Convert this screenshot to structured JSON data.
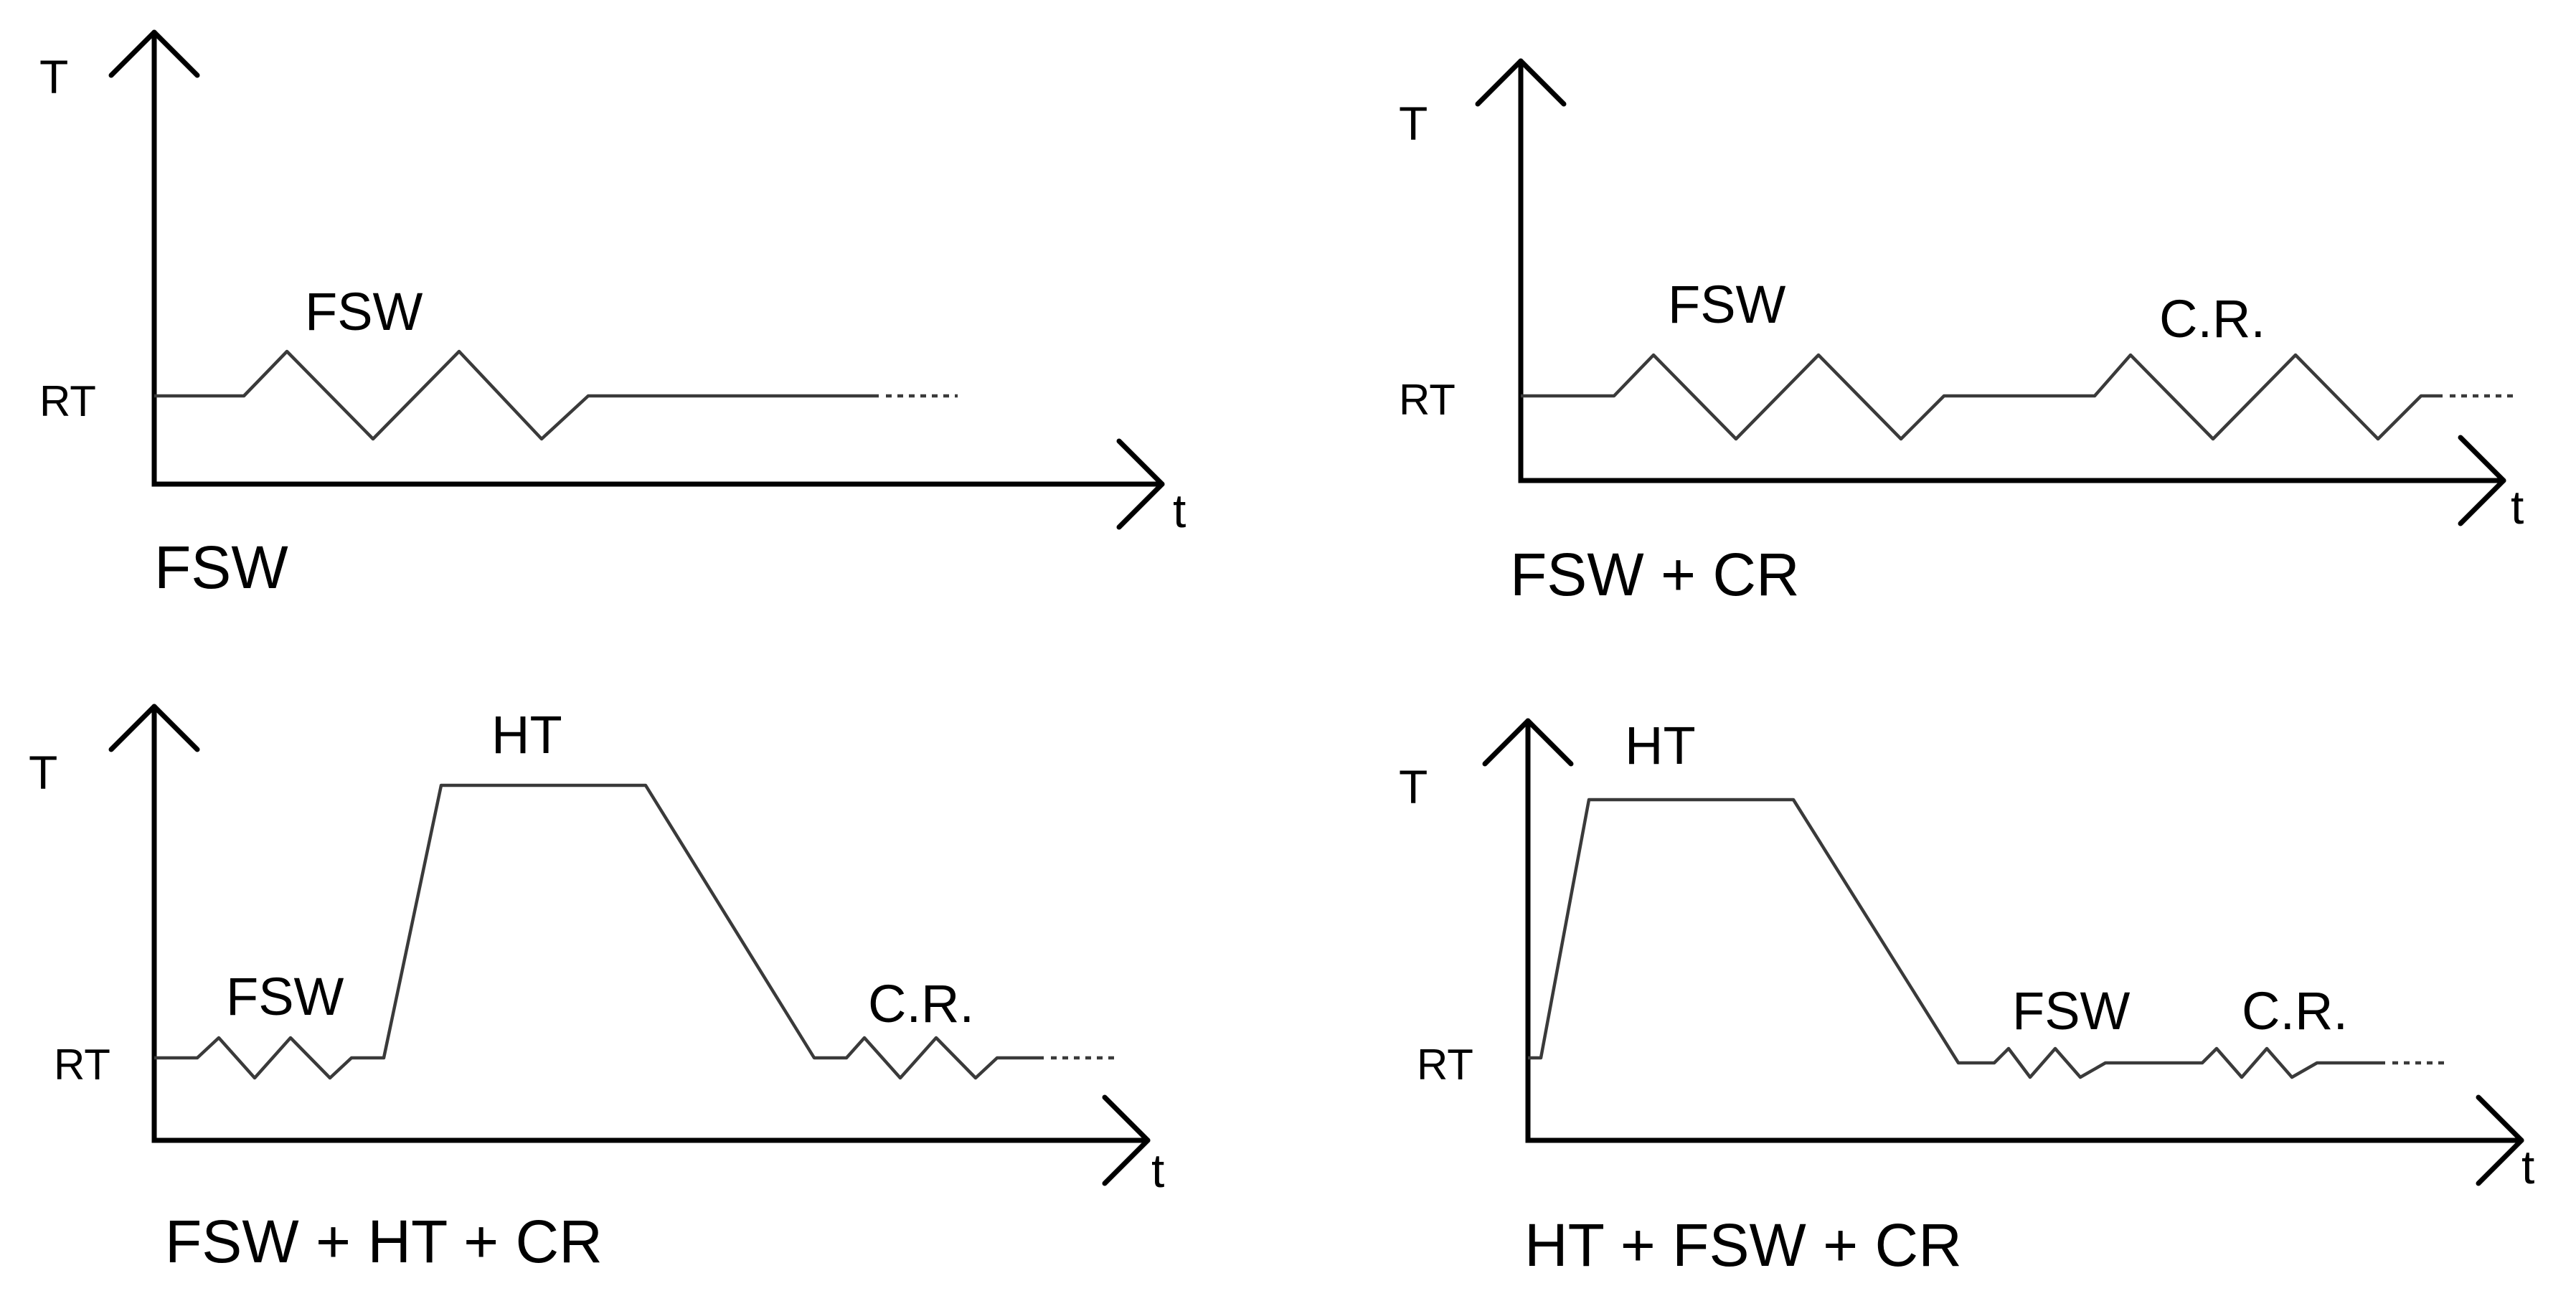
{
  "panels": [
    {
      "caption": "FSW",
      "y_axis_label": "T",
      "x_axis_label": "t",
      "baseline_label": "RT",
      "segment_labels": [
        "FSW"
      ]
    },
    {
      "caption": "FSW + CR",
      "y_axis_label": "T",
      "x_axis_label": "t",
      "baseline_label": "RT",
      "segment_labels": [
        "FSW",
        "C.R."
      ]
    },
    {
      "caption": "FSW + HT + CR",
      "y_axis_label": "T",
      "x_axis_label": "t",
      "baseline_label": "RT",
      "segment_labels": [
        "FSW",
        "HT",
        "C.R."
      ]
    },
    {
      "caption": "HT + FSW + CR",
      "y_axis_label": "T",
      "x_axis_label": "t",
      "baseline_label": "RT",
      "segment_labels": [
        "HT",
        "FSW",
        "C.R."
      ]
    }
  ],
  "colors": {
    "axis": "#000000",
    "curve": "#3a3a3a"
  }
}
